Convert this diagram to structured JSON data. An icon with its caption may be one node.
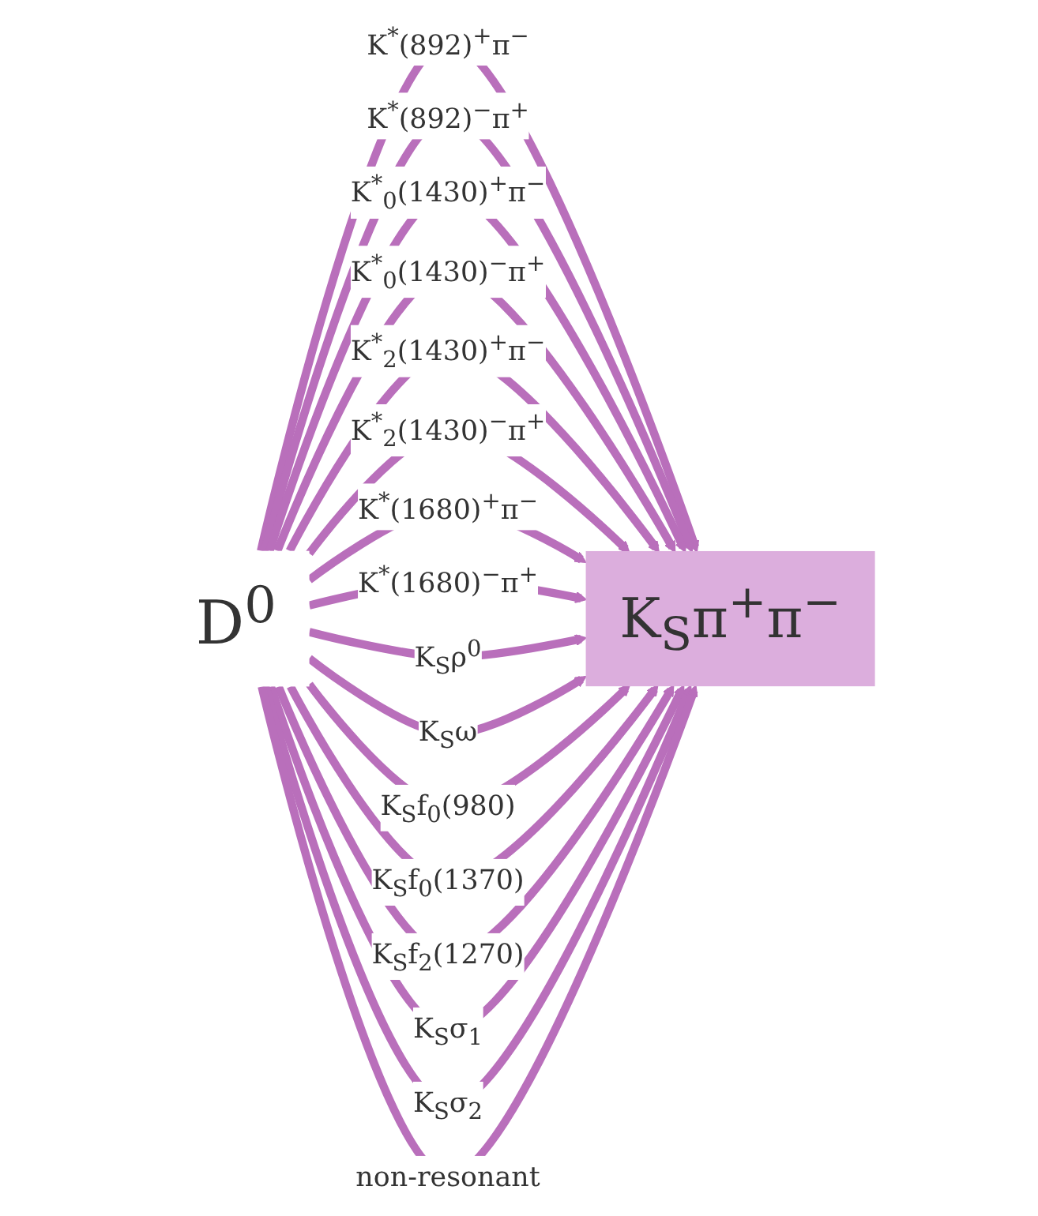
{
  "diagram": {
    "nodes": [
      {
        "text": [
          "D$^{0}$"
        ]
      },
      {
        "text": [
          "K$_{S}$π$^{+}$π$^{−}$"
        ]
      }
    ],
    "edges": [
      {
        "from": 0,
        "to": 1,
        "arrow": "to",
        "label": "K$^{*}$(892)$^{+}$π$^{−}$"
      },
      {
        "from": 0,
        "to": 1,
        "arrow": "to",
        "label": "K$^{*}$(892)$^{−}$π$^{+}$"
      },
      {
        "from": 0,
        "to": 1,
        "arrow": "to",
        "label": "K$^{*}$$_{0}$(1430)$^{+}$π$^{−}$"
      },
      {
        "from": 0,
        "to": 1,
        "arrow": "to",
        "label": "K$^{*}$$_{0}$(1430)$^{−}$π$^{+}$"
      },
      {
        "from": 0,
        "to": 1,
        "arrow": "to",
        "label": "K$^{*}$$_{2}$(1430)$^{+}$π$^{−}$"
      },
      {
        "from": 0,
        "to": 1,
        "arrow": "to",
        "label": "K$^{*}$$_{2}$(1430)$^{−}$π$^{+}$"
      },
      {
        "from": 0,
        "to": 1,
        "arrow": "to",
        "label": "K$^{*}$(1680)$^{+}$π$^{−}$"
      },
      {
        "from": 0,
        "to": 1,
        "arrow": "to",
        "label": "K$^{*}$(1680)$^{−}$π$^{+}$"
      },
      {
        "from": 0,
        "to": 1,
        "arrow": "to",
        "label": "K$_{S}$ρ$^{0}$"
      },
      {
        "from": 0,
        "to": 1,
        "arrow": "to",
        "label": "K$_{S}$ω"
      },
      {
        "from": 0,
        "to": 1,
        "arrow": "to",
        "label": "K$_{S}$f$_{0}$(980)"
      },
      {
        "from": 0,
        "to": 1,
        "arrow": "to",
        "label": "K$_{S}$f$_{0}$(1370)"
      },
      {
        "from": 0,
        "to": 1,
        "arrow": "to",
        "label": "K$_{S}$f$_{2}$(1270)"
      },
      {
        "from": 0,
        "to": 1,
        "arrow": "to",
        "label": "K$_{S}$σ$_{1}$"
      },
      {
        "from": 0,
        "to": 1,
        "arrow": "to",
        "label": "K$_{S}$σ$_{2}$"
      },
      {
        "from": 0,
        "to": 1,
        "arrow": "to",
        "label": "non-resonant"
      }
    ]
  }
}
